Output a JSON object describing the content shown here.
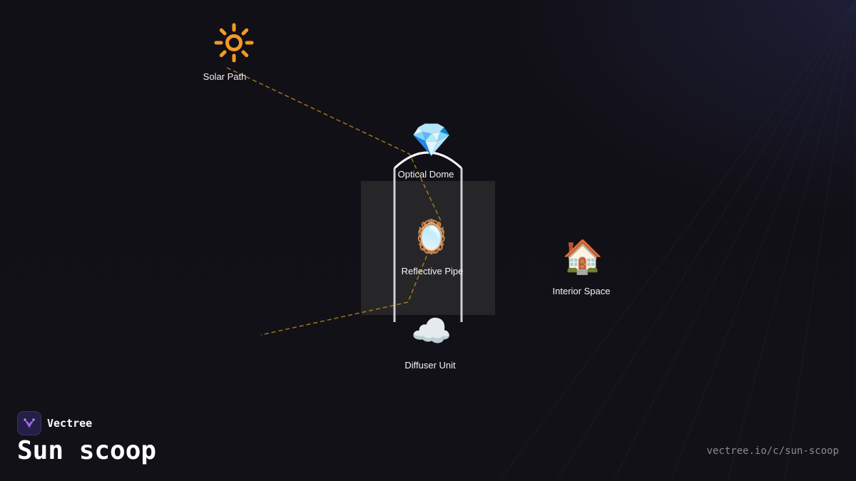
{
  "diagram": {
    "nodes": {
      "solar_path": {
        "icon": "sun-icon",
        "glyph": "🔆",
        "label": "Solar Path"
      },
      "optical_dome": {
        "icon": "gem-icon",
        "glyph": "💎",
        "label": "Optical Dome"
      },
      "reflective_pipe": {
        "icon": "mirror-icon",
        "glyph": "🪞",
        "label": "Reflective Pipe"
      },
      "diffuser_unit": {
        "icon": "cloud-icon",
        "glyph": "☁️",
        "label": "Diffuser Unit"
      },
      "interior_space": {
        "icon": "house-icon",
        "glyph": "🏠",
        "label": "Interior Space"
      }
    },
    "colors": {
      "light_path": "#c9981e",
      "tube": "#cfcfd2",
      "tube_fill": "#2a2a2c"
    }
  },
  "brand": {
    "name": "Vectree",
    "logo_icon": "vectree-logo-icon",
    "logo_color": "#241f47",
    "accent": "#a063f0"
  },
  "footer": {
    "title": "Sun scoop",
    "url": "vectree.io/c/sun-scoop"
  }
}
